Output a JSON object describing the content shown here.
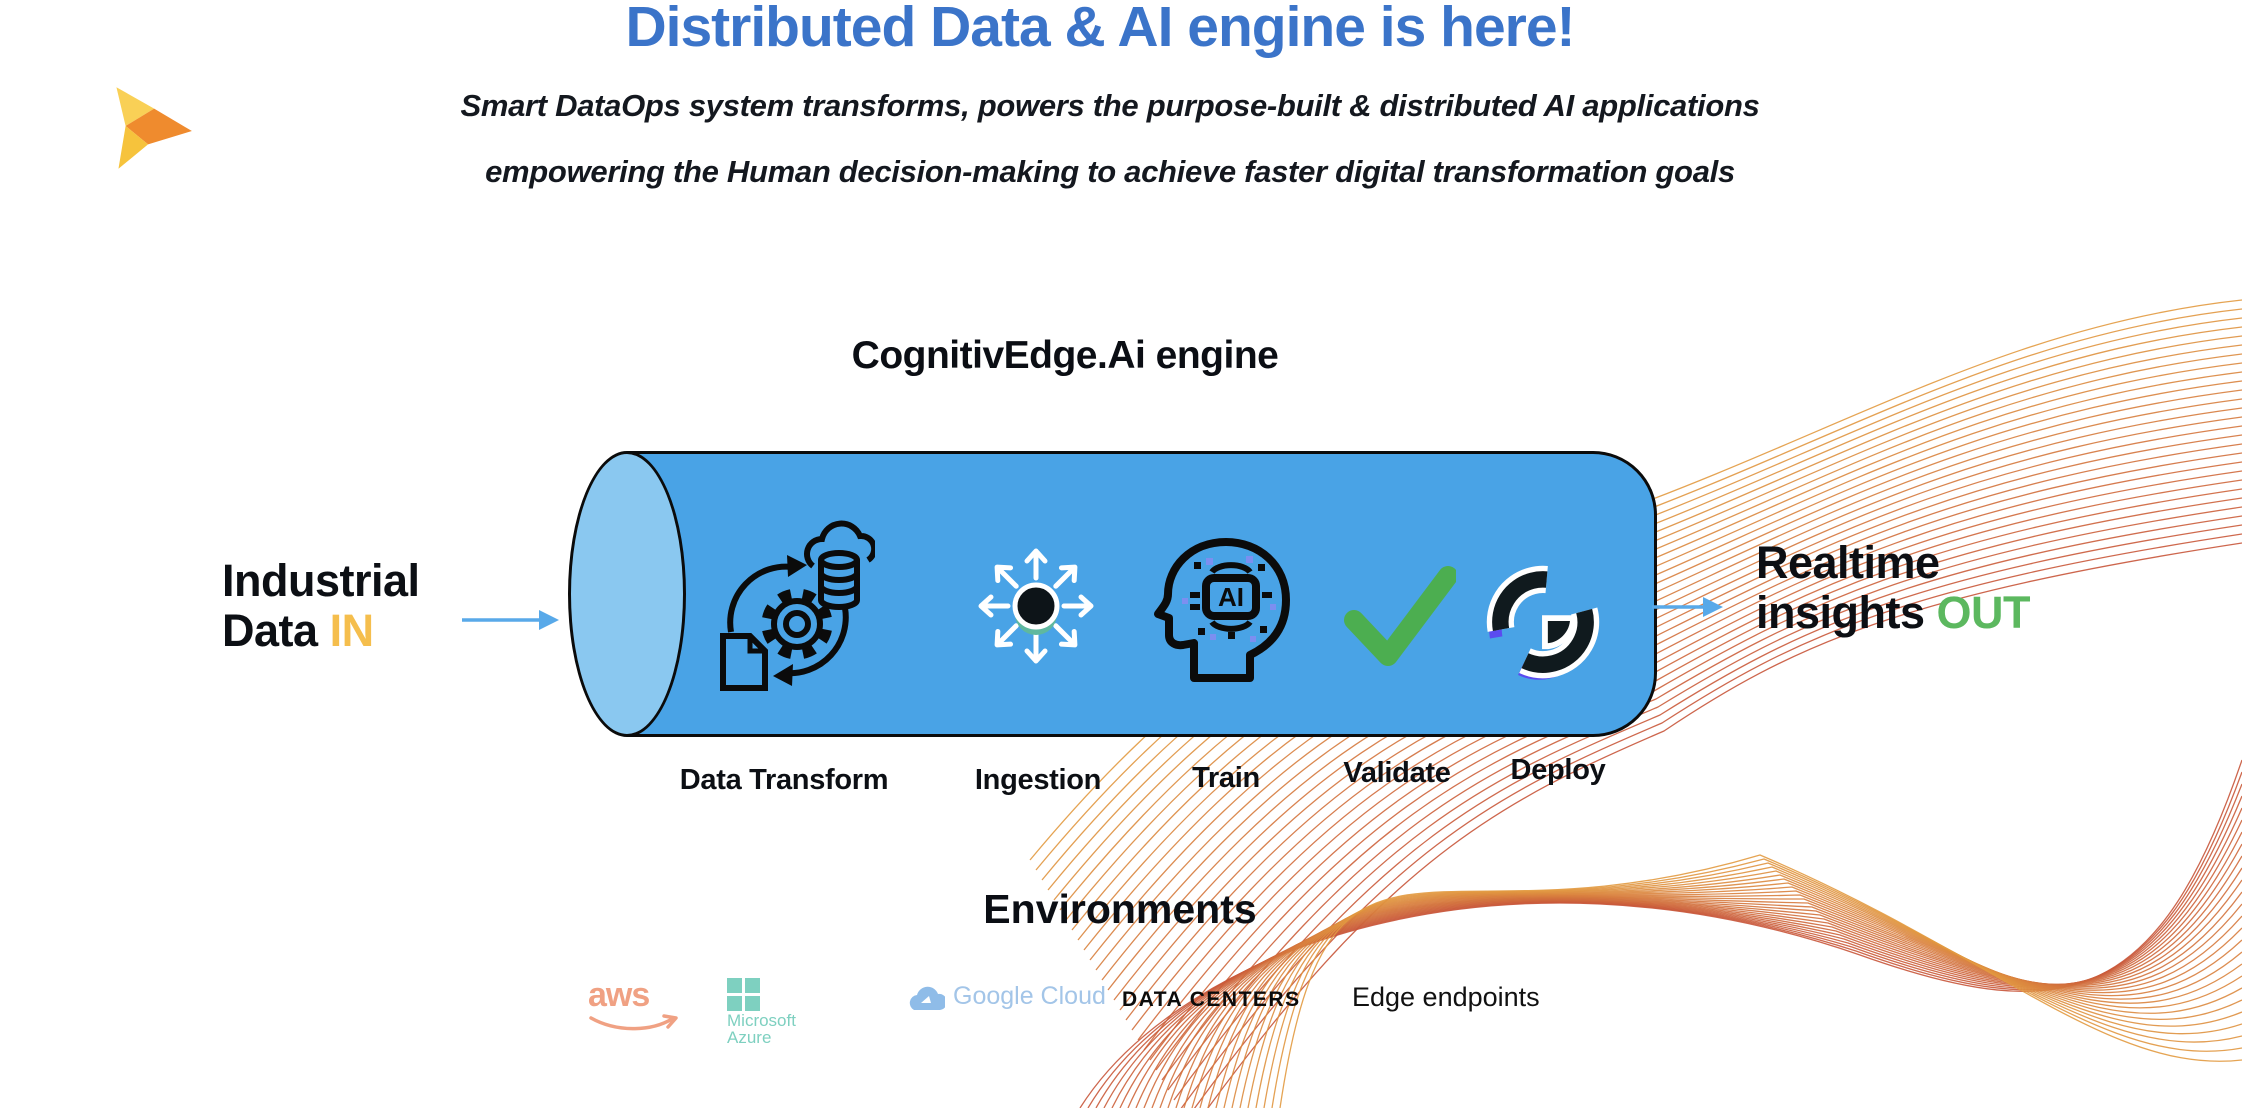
{
  "header": {
    "title": "Distributed Data & AI engine is here!",
    "title_color": "#3b74c9",
    "subtitle_line1": "Smart  DataOps system transforms, powers the purpose-built  & distributed AI applications",
    "subtitle_line2": "empowering the  Human decision-making to achieve faster digital transformation goals"
  },
  "branding": {
    "logo_icon": "orange-play-arrow"
  },
  "engine": {
    "heading": "CognitivEdge.Ai engine",
    "cylinder_color": "#49a3e6",
    "cylinder_cap_color": "#8ac8f0",
    "stages": [
      {
        "label": "Data Transform",
        "icon": "data-transform-icon"
      },
      {
        "label": "Ingestion",
        "icon": "ingestion-arrows-icon"
      },
      {
        "label": "Train",
        "icon": "ai-head-icon"
      },
      {
        "label": "Validate",
        "icon": "green-check-icon"
      },
      {
        "label": "Deploy",
        "icon": "deploy-g-logo-icon"
      }
    ]
  },
  "flow": {
    "arrow_color": "#58a9e9",
    "input_line1": "Industrial",
    "input_line2": "Data",
    "input_highlight": "IN",
    "input_highlight_color": "#f5be4d",
    "output_line1": "Realtime",
    "output_line2": "insights",
    "output_highlight": "OUT",
    "output_highlight_color": "#5cb85f"
  },
  "environments": {
    "heading": "Environments",
    "items": [
      {
        "name": "aws",
        "label": "aws",
        "color": "#f0a183"
      },
      {
        "name": "microsoft-azure",
        "label_line1": "Microsoft",
        "label_line2": "Azure",
        "color": "#7ed0c0"
      },
      {
        "name": "google-cloud",
        "label": "Google Cloud",
        "color": "#a3c5e8"
      },
      {
        "name": "data-centers",
        "label": "DATA CENTERS",
        "color": "#0b0b0b"
      },
      {
        "name": "edge-endpoints",
        "label": "Edge endpoints",
        "color": "#111111"
      }
    ]
  },
  "decor": {
    "wave_color_start": "#e29a40",
    "wave_color_end": "#c8553a"
  }
}
